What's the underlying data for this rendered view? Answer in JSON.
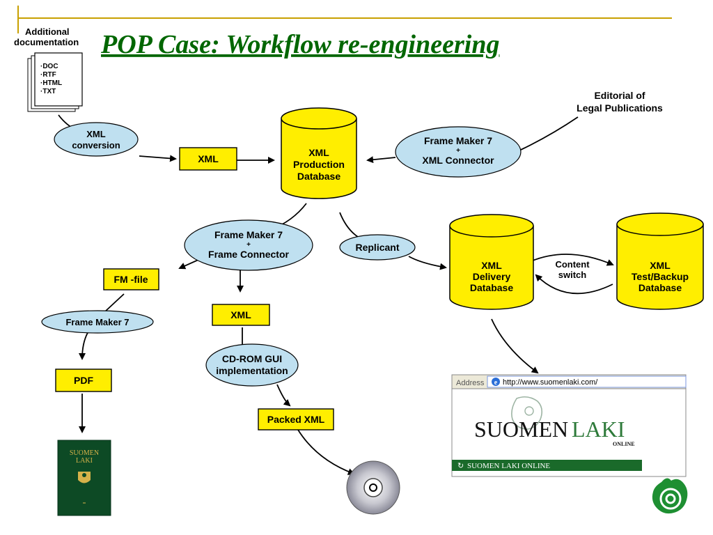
{
  "title": "POP Case: Workflow re-engineering",
  "doc_header": [
    "Additional",
    "documentation"
  ],
  "doc_formats": [
    "·DOC",
    "·RTF",
    "·HTML",
    "·TXT"
  ],
  "editorial": [
    "Editorial of",
    "Legal Publications"
  ],
  "processes": {
    "xml_conversion": [
      "XML",
      "conversion"
    ],
    "fm7_xml_connector": [
      "Frame Maker 7",
      "+",
      "XML Connector"
    ],
    "fm7_frame_connector": [
      "Frame Maker 7",
      "+",
      "Frame Connector"
    ],
    "replicant": [
      "Replicant"
    ],
    "frame_maker_7": [
      "Frame Maker 7"
    ],
    "cdrom_gui": [
      "CD-ROM GUI",
      "implementation"
    ]
  },
  "databases": {
    "production": [
      "XML",
      "Production",
      "Database"
    ],
    "delivery": [
      "XML",
      "Delivery",
      "Database"
    ],
    "test_backup": [
      "XML",
      "Test/Backup",
      "Database"
    ]
  },
  "files": {
    "xml_top": "XML",
    "fm_file": "FM -file",
    "xml_mid": "XML",
    "pdf": "PDF",
    "packed_xml": "Packed XML"
  },
  "content_switch": [
    "Content",
    "switch"
  ],
  "browser": {
    "address_label": "Address",
    "url": "http://www.suomenlaki.com/",
    "logo_left": "SUOMEN",
    "logo_right": "LAKI",
    "logo_sub": "ONLINE",
    "nav_text": "SUOMEN LAKI ONLINE"
  },
  "book": {
    "line1": "SUOMEN",
    "line2": "LAKI"
  },
  "colors": {
    "title": "#006600",
    "accent": "#cc0000",
    "db_fill": "#ffee00",
    "process_fill": "#bfe0f0",
    "file_fill": "#ffee00",
    "rule": "#c8a000",
    "browser_nav": "#1a6a2a",
    "book": "#0d4a25"
  }
}
